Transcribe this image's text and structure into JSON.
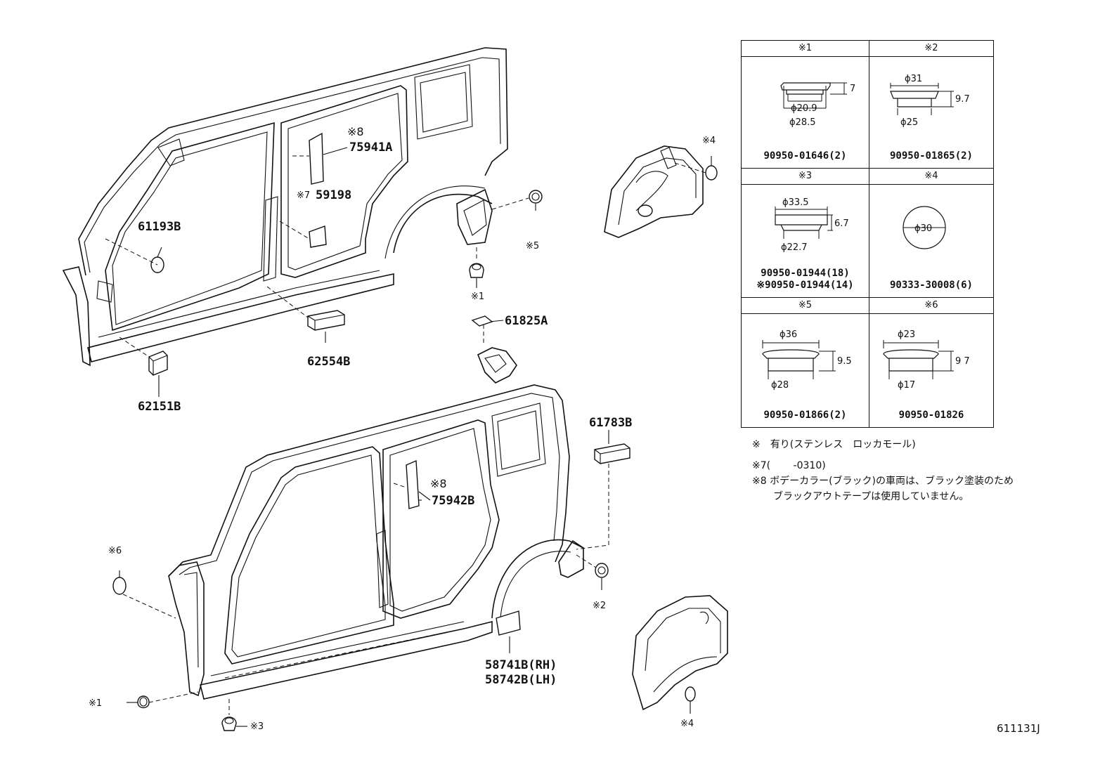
{
  "callouts": {
    "p75941A": "75941A",
    "p59198": "59198",
    "p61193B": "61193B",
    "p62554B": "62554B",
    "p62151B": "62151B",
    "p61825A": "61825A",
    "p61783B": "61783B",
    "p75942B": "75942B",
    "p58741B": "58741B(RH)",
    "p58742B": "58742B(LH)"
  },
  "marks": {
    "m8a": "※8",
    "m7": "※7",
    "m4a": "※4",
    "m5": "※5",
    "m1a": "※1",
    "m8b": "※8",
    "m6": "※6",
    "m2": "※2",
    "m1b": "※1",
    "m3": "※3",
    "m4b": "※4"
  },
  "table": {
    "c1": {
      "header": "※1",
      "d1": "7",
      "d2": "ϕ20.9",
      "d3": "ϕ28.5",
      "part": "90950-01646(2)"
    },
    "c2": {
      "header": "※2",
      "d1": "ϕ31",
      "d2": "9.7",
      "d3": "ϕ25",
      "part": "90950-01865(2)"
    },
    "c3": {
      "header": "※3",
      "d1": "ϕ33.5",
      "d2": "6.7",
      "d3": "ϕ22.7",
      "part": "90950-01944(18)",
      "part2": "※90950-01944(14)"
    },
    "c4": {
      "header": "※4",
      "d1": "ϕ30",
      "part": "90333-30008(6)"
    },
    "c5": {
      "header": "※5",
      "d1": "ϕ36",
      "d2": "9.5",
      "d3": "ϕ28",
      "part": "90950-01866(2)"
    },
    "c6": {
      "header": "※6",
      "d1": "ϕ23",
      "d2": "9 7",
      "d3": "ϕ17",
      "part": "90950-01826"
    }
  },
  "notes": {
    "n1": "※　有り(ステンレス　ロッカモール)",
    "n2": "※7(　　 -0310)",
    "n3": "※8 ボデーカラー(ブラック)の車両は、ブラック塗装のため",
    "n4": "ブラックアウトテープは使用していません。"
  },
  "figure_code": "611131J"
}
